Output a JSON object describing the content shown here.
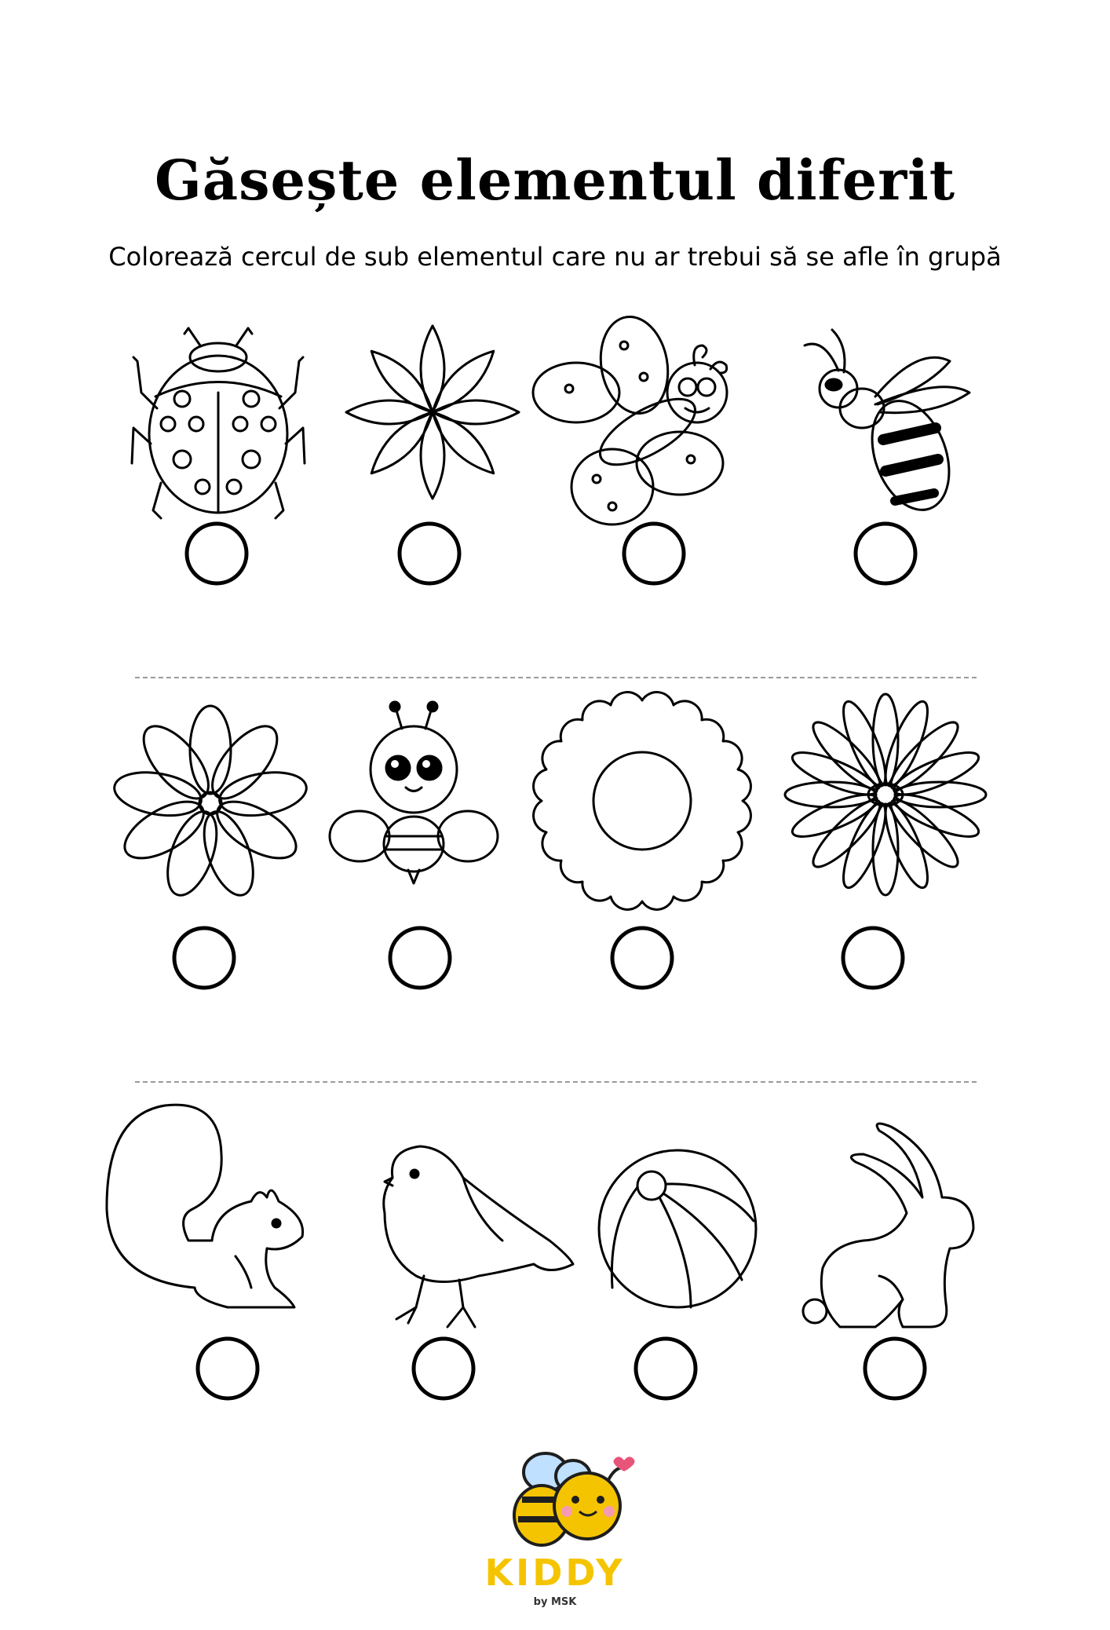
{
  "worksheet": {
    "title": "Găsește elementul diferit",
    "instruction": "Colorează cercul de sub elementul care nu ar trebui să se afle în grupă"
  },
  "rows": [
    {
      "items": [
        {
          "icon": "ladybug-icon"
        },
        {
          "icon": "flower-mandala-icon"
        },
        {
          "icon": "butterfly-icon"
        },
        {
          "icon": "wasp-icon"
        }
      ]
    },
    {
      "items": [
        {
          "icon": "daisy-icon"
        },
        {
          "icon": "cute-bee-icon"
        },
        {
          "icon": "scalloped-flower-icon"
        },
        {
          "icon": "gerbera-icon"
        }
      ]
    },
    {
      "items": [
        {
          "icon": "squirrel-icon"
        },
        {
          "icon": "bird-icon"
        },
        {
          "icon": "beach-ball-icon"
        },
        {
          "icon": "rabbit-icon"
        }
      ]
    }
  ],
  "brand": {
    "logo_text": "KIDDY",
    "logo_sub": "by MSK",
    "accent_color": "#f5c400"
  }
}
